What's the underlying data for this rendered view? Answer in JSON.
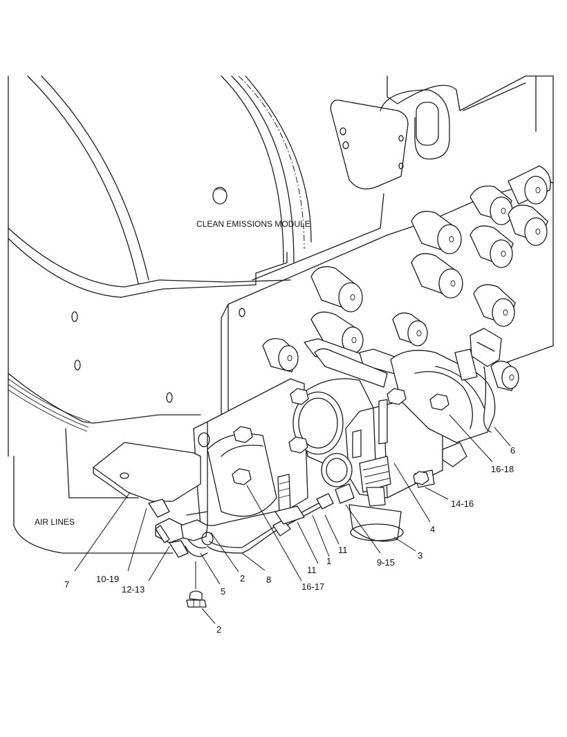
{
  "diagram": {
    "annotations": {
      "module_label": "CLEAN EMISSIONS MODULE",
      "air_lines_label": "AIR LINES"
    },
    "callouts": [
      {
        "id": "c6",
        "text": "6"
      },
      {
        "id": "c16_18",
        "text": "16-18"
      },
      {
        "id": "c14_16",
        "text": "14-16"
      },
      {
        "id": "c4",
        "text": "4"
      },
      {
        "id": "c3",
        "text": "3"
      },
      {
        "id": "c9_15",
        "text": "9-15"
      },
      {
        "id": "c11a",
        "text": "11"
      },
      {
        "id": "c1",
        "text": "1"
      },
      {
        "id": "c11b",
        "text": "11"
      },
      {
        "id": "c16_17",
        "text": "16-17"
      },
      {
        "id": "c8",
        "text": "8"
      },
      {
        "id": "c2a",
        "text": "2"
      },
      {
        "id": "c5",
        "text": "5"
      },
      {
        "id": "c12_13",
        "text": "12-13"
      },
      {
        "id": "c10_19",
        "text": "10-19"
      },
      {
        "id": "c7",
        "text": "7"
      },
      {
        "id": "c2b",
        "text": "2"
      }
    ]
  }
}
